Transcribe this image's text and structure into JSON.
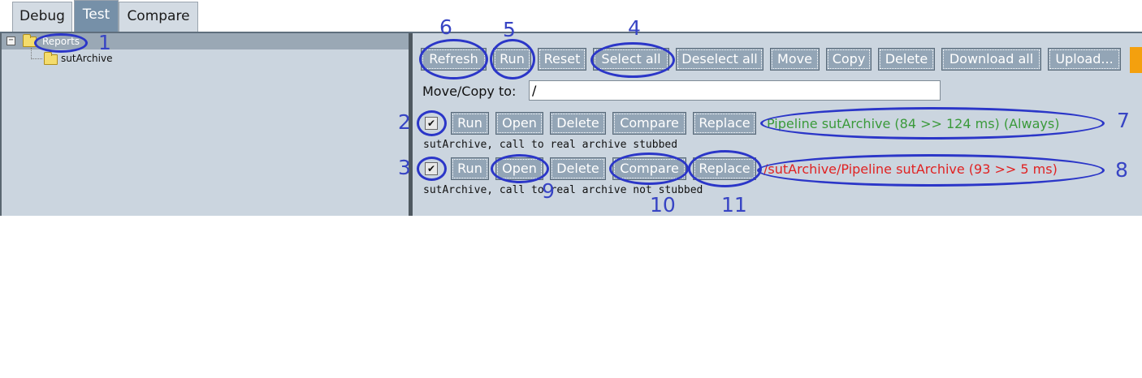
{
  "tabs": [
    {
      "label": "Debug",
      "active": false
    },
    {
      "label": "Test",
      "active": true
    },
    {
      "label": "Compare",
      "active": false
    }
  ],
  "tree": {
    "toggle": "−",
    "root": {
      "label": "Reports",
      "icon": "folder-open-icon"
    },
    "child": {
      "label": "sutArchive",
      "icon": "folder-icon"
    }
  },
  "toolbar": {
    "refresh": "Refresh",
    "run": "Run",
    "reset": "Reset",
    "select_all": "Select all",
    "deselect_all": "Deselect all",
    "move": "Move",
    "copy": "Copy",
    "delete": "Delete",
    "download_all": "Download all",
    "upload": "Upload..."
  },
  "move_copy": {
    "label": "Move/Copy to:",
    "value": "/"
  },
  "reports": [
    {
      "checked": "✔",
      "run": "Run",
      "open": "Open",
      "delete": "Delete",
      "compare": "Compare",
      "replace": "Replace",
      "status": "Pipeline sutArchive (84 >> 124 ms) (Always)",
      "status_color": "#3a9a3a",
      "description": "sutArchive, call to real archive stubbed"
    },
    {
      "checked": "✔",
      "run": "Run",
      "open": "Open",
      "delete": "Delete",
      "compare": "Compare",
      "replace": "Replace",
      "status": "/sutArchive/Pipeline sutArchive (93 >> 5 ms)",
      "status_color": "#e02222",
      "description": "sutArchive, call to real archive not stubbed"
    }
  ],
  "annotations": [
    "1",
    "2",
    "3",
    "4",
    "5",
    "6",
    "7",
    "8",
    "9",
    "10",
    "11"
  ],
  "colors": {
    "accent": "#7690a8",
    "annotation": "#2b36c8",
    "pass": "#3a9a3a",
    "fail": "#e02222",
    "warning": "#f4a00e"
  }
}
